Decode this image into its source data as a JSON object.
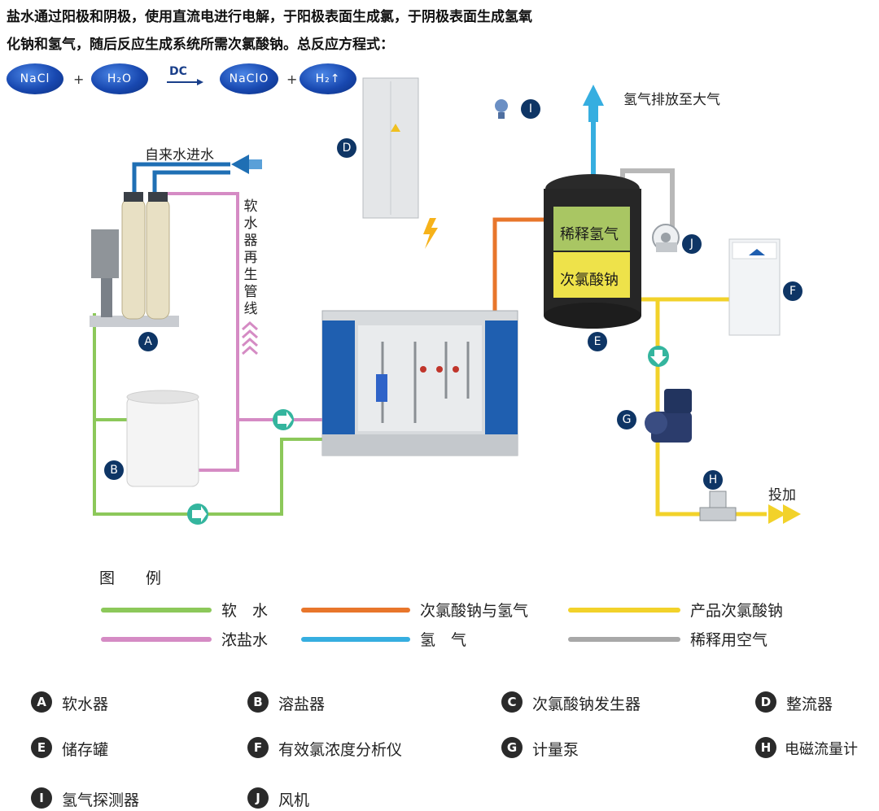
{
  "intro": {
    "line1": "盐水通过阳极和阴极，使用直流电进行电解，于阳极表面生成氯，于阴极表面生成氢氧",
    "line2": "化钠和氢气，随后反应生成系统所需次氯酸钠。总反应方程式："
  },
  "equation": {
    "reactant1": "NaCl",
    "plus1": "+",
    "reactant2": "H₂O",
    "arrow_label": "DC",
    "product1": "NaClO",
    "plus2": "+",
    "product2": "H₂↑"
  },
  "labels": {
    "tap_water": "自来水进水",
    "softener_regen": "软水器再生管线",
    "hydrogen_vent": "氢气排放至大气",
    "dilute_h2": "稀释氢气",
    "naclo_tank": "次氯酸钠",
    "dosing": "投加"
  },
  "badges": {
    "a": "A",
    "b": "B",
    "d": "D",
    "e": "E",
    "f": "F",
    "g": "G",
    "h": "H",
    "i": "I",
    "j": "J"
  },
  "legend": {
    "title": "图　　例",
    "items": [
      {
        "text": "软　水",
        "color": "#8cc85a"
      },
      {
        "text": "次氯酸钠与氢气",
        "color": "#e8762b"
      },
      {
        "text": "产品次氯酸钠",
        "color": "#f2d22a"
      },
      {
        "text": "浓盐水",
        "color": "#d58bc4"
      },
      {
        "text": "氢　气",
        "color": "#36aee0"
      },
      {
        "text": "稀释用空气",
        "color": "#a8a8a8"
      }
    ]
  },
  "components": [
    {
      "letter": "A",
      "name": "软水器"
    },
    {
      "letter": "B",
      "name": "溶盐器"
    },
    {
      "letter": "C",
      "name": "次氯酸钠发生器"
    },
    {
      "letter": "D",
      "name": "整流器"
    },
    {
      "letter": "E",
      "name": "储存罐"
    },
    {
      "letter": "F",
      "name": "有效氯浓度分析仪"
    },
    {
      "letter": "G",
      "name": "计量泵"
    },
    {
      "letter": "H",
      "name": "电磁流量计"
    },
    {
      "letter": "I",
      "name": "氢气探测器"
    },
    {
      "letter": "J",
      "name": "风机"
    }
  ],
  "colors": {
    "soft_water": "#8cc85a",
    "brine": "#d58bc4",
    "naclo_h2": "#e8762b",
    "hydrogen": "#36aee0",
    "product": "#f2d22a",
    "air": "#a8a8a8",
    "badge": "#0e3565"
  }
}
